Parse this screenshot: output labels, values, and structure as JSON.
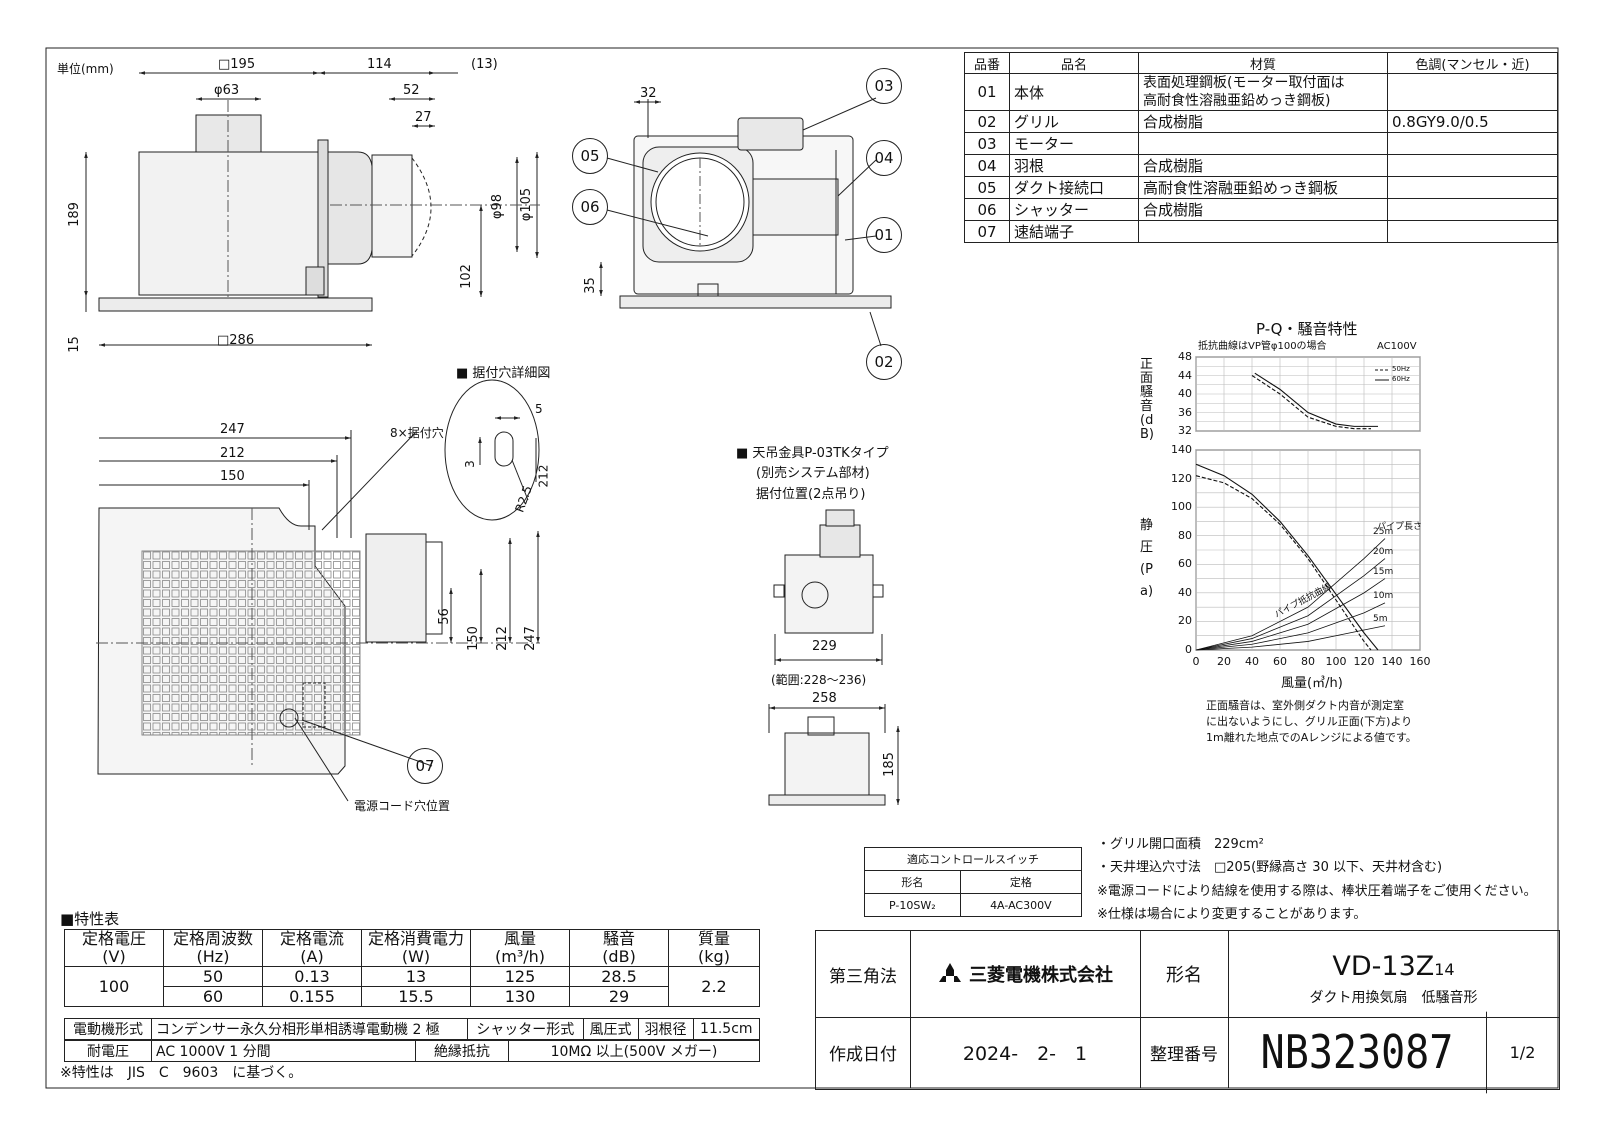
{
  "unit_label": "単位(mm)",
  "dimensions": {
    "top_view": [
      "□195",
      "114",
      "(13)",
      "φ63",
      "52",
      "27",
      "189",
      "φ98",
      "φ105",
      "102",
      "15",
      "□286",
      "32",
      "35"
    ],
    "plan_view": [
      "247",
      "212",
      "150",
      "8×据付穴",
      "56",
      "150",
      "212",
      "247"
    ],
    "hole_detail": [
      "5",
      "3",
      "212",
      "R2.5"
    ],
    "hanger": [
      "229",
      "(範囲:228～236)",
      "258",
      "185"
    ]
  },
  "callouts": [
    "01",
    "02",
    "03",
    "04",
    "05",
    "06",
    "07"
  ],
  "labels": {
    "hole_detail_title": "■ 据付穴詳細図",
    "power_cord": "電源コード穴位置",
    "hanger_title": "■ 天吊金具P-03TKタイプ",
    "hanger_sub1": "(別売システム部材)",
    "hanger_sub2": "据付位置(2点吊り)"
  },
  "parts_table": {
    "headers": [
      "品番",
      "品名",
      "材質",
      "色調(マンセル・近)"
    ],
    "rows": [
      [
        "01",
        "本体",
        "表面処理鋼板(モーター取付面は\n高耐食性溶融亜鉛めっき鋼板)",
        ""
      ],
      [
        "02",
        "グリル",
        "合成樹脂",
        "0.8GY9.0/0.5"
      ],
      [
        "03",
        "モーター",
        "",
        ""
      ],
      [
        "04",
        "羽根",
        "合成樹脂",
        ""
      ],
      [
        "05",
        "ダクト接続口",
        "高耐食性溶融亜鉛めっき鋼板",
        ""
      ],
      [
        "06",
        "シャッター",
        "合成樹脂",
        ""
      ],
      [
        "07",
        "速結端子",
        "",
        ""
      ]
    ]
  },
  "chart_text": {
    "title": "P-Q・騒音特性",
    "subtitle": "抵抗曲線はVP管φ100の場合",
    "power": "AC100V",
    "noise_ylabel": "正面騒音(dB)",
    "pressure_ylabel": "静圧(Pa)",
    "xlabel": "風量(㎥/h)",
    "pipe_label": "パイプ長さ",
    "pipe_curve_label": "パイプ抵抗曲線",
    "note": [
      "正面騒音は、室外側ダクト内音が測定室",
      "に出ないようにし、グリル正面(下方)より",
      "1m離れた地点でのAレンジによる値です。"
    ]
  },
  "chart_data": [
    {
      "type": "line",
      "ylabel": "正面騒音 (dB)",
      "ylim": [
        32,
        48
      ],
      "xlim": [
        0,
        160
      ],
      "yticks": [
        48,
        44,
        40,
        36,
        32
      ],
      "series": [
        {
          "name": "50Hz",
          "x": [
            40,
            60,
            80,
            100,
            113,
            125
          ],
          "y": [
            44,
            40,
            35,
            33,
            32.5,
            32.5
          ]
        },
        {
          "name": "60Hz",
          "x": [
            42,
            60,
            80,
            100,
            113,
            130
          ],
          "y": [
            44.5,
            41,
            36,
            33.5,
            33,
            33
          ]
        }
      ]
    },
    {
      "type": "line",
      "xlabel": "風量(㎥/h)",
      "ylabel": "静圧 (Pa)",
      "xlim": [
        0,
        160
      ],
      "ylim": [
        0,
        140
      ],
      "xticks": [
        0,
        20,
        40,
        60,
        80,
        100,
        120,
        140,
        160
      ],
      "yticks": [
        0,
        20,
        40,
        60,
        80,
        100,
        120,
        140
      ],
      "series": [
        {
          "name": "50Hz",
          "x": [
            0,
            20,
            40,
            60,
            80,
            100,
            120,
            125
          ],
          "y": [
            122,
            117,
            106,
            88,
            64,
            35,
            6,
            0
          ]
        },
        {
          "name": "60Hz",
          "x": [
            0,
            20,
            40,
            60,
            80,
            100,
            120,
            130
          ],
          "y": [
            130,
            122,
            109,
            90,
            66,
            39,
            12,
            0
          ]
        },
        {
          "name": "5m",
          "x": [
            0,
            40,
            80,
            120,
            135
          ],
          "y": [
            0,
            2,
            6,
            14,
            17
          ]
        },
        {
          "name": "10m",
          "x": [
            0,
            40,
            80,
            120,
            135
          ],
          "y": [
            0,
            4,
            12,
            26,
            33
          ]
        },
        {
          "name": "15m",
          "x": [
            0,
            40,
            80,
            120,
            135
          ],
          "y": [
            0,
            6,
            18,
            40,
            50
          ]
        },
        {
          "name": "20m",
          "x": [
            0,
            40,
            80,
            120,
            135
          ],
          "y": [
            0,
            8,
            24,
            52,
            64
          ]
        },
        {
          "name": "25m",
          "x": [
            0,
            40,
            80,
            120,
            135
          ],
          "y": [
            0,
            10,
            30,
            64,
            78
          ]
        }
      ]
    }
  ],
  "control_switch": {
    "title": "適応コントロールスイッチ",
    "headers": [
      "形名",
      "定格"
    ],
    "row": [
      "P-10SW₂",
      "4A-AC300V"
    ]
  },
  "notes": [
    "・グリル開口面積　229cm²",
    "・天井埋込穴寸法　□205(野縁高さ 30 以下、天井材含む)",
    "※電源コードにより結線を使用する際は、棒状圧着端子をご使用ください。",
    "※仕様は場合により変更することがあります。"
  ],
  "spec_table": {
    "title": "■特性表",
    "headers": [
      [
        "定格電圧",
        "(V)"
      ],
      [
        "定格周波数",
        "(Hz)"
      ],
      [
        "定格電流",
        "(A)"
      ],
      [
        "定格消費電力",
        "(W)"
      ],
      [
        "風量",
        "(m³/h)"
      ],
      [
        "騒音",
        "(dB)"
      ],
      [
        "質量",
        "(kg)"
      ]
    ],
    "voltage": "100",
    "rows": [
      [
        "50",
        "0.13",
        "13",
        "125",
        "28.5"
      ],
      [
        "60",
        "0.155",
        "15.5",
        "130",
        "29"
      ]
    ],
    "mass": "2.2",
    "motor_label": "電動機形式",
    "motor_value": "コンデンサー永久分相形単相誘導電動機 2 極",
    "shutter_label": "シャッター形式",
    "shutter_value": "風圧式",
    "blade_label": "羽根径",
    "blade_value": "11.5cm",
    "withstand_label": "耐電圧",
    "withstand_value": "AC 1000V 1 分間",
    "insulation_label": "絶縁抵抗",
    "insulation_value": "10MΩ 以上(500V メガー)",
    "footnote": "※特性は　JIS　C　9603　に基づく。"
  },
  "title_block": {
    "projection": "第三角法",
    "company": "三菱電機株式会社",
    "model_label": "形名",
    "model": "VD-13Z",
    "model_suffix": "14",
    "description": "ダクト用換気扇　低騒音形",
    "date_label": "作成日付",
    "date": "2024-　2-　1",
    "number_label": "整理番号",
    "number": "NB323087",
    "page": "1/2"
  }
}
